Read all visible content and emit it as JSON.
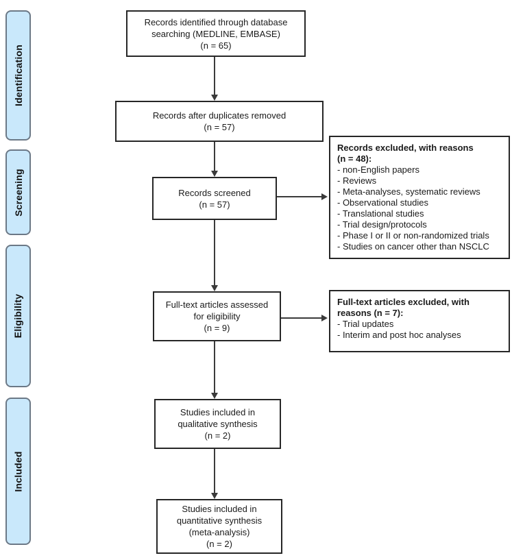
{
  "diagram": {
    "type": "prisma-flow",
    "stages": [
      {
        "label": "Identification"
      },
      {
        "label": "Screening"
      },
      {
        "label": "Eligibility"
      },
      {
        "label": "Included"
      }
    ],
    "flow_boxes": [
      {
        "id": "records-identified",
        "text": "Records identified through database\nsearching (MEDLINE, EMBASE)\n(n = 65)"
      },
      {
        "id": "records-after-duplicates",
        "text": "Records after duplicates removed\n(n = 57)"
      },
      {
        "id": "records-screened",
        "text": "Records screened\n(n = 57)"
      },
      {
        "id": "fulltext-assessed",
        "text": "Full-text articles assessed\nfor eligibility\n(n = 9)"
      },
      {
        "id": "qualitative-synthesis",
        "text": "Studies included in\nqualitative synthesis\n(n = 2)"
      },
      {
        "id": "quantitative-synthesis",
        "text": "Studies included in\nquantitative synthesis\n(meta-analysis)\n(n = 2)"
      }
    ],
    "exclusion_boxes": [
      {
        "title": "Records excluded, with reasons\n(n = 48):",
        "items": [
          "- non-English papers",
          "- Reviews",
          "- Meta-analyses, systematic reviews",
          "- Observational studies",
          "- Translational studies",
          "- Trial design/protocols",
          "- Phase I or II or non-randomized trials",
          "- Studies on cancer other than NSCLC"
        ]
      },
      {
        "title": "Full-text articles excluded, with\nreasons (n = 7):",
        "items": [
          "- Trial updates",
          "- Interim and post hoc analyses"
        ]
      }
    ],
    "colors": {
      "stage_fill": "#c9e8fb",
      "stage_border": "#6b7886",
      "box_border": "#262626",
      "arrow": "#3a3a3a"
    }
  }
}
